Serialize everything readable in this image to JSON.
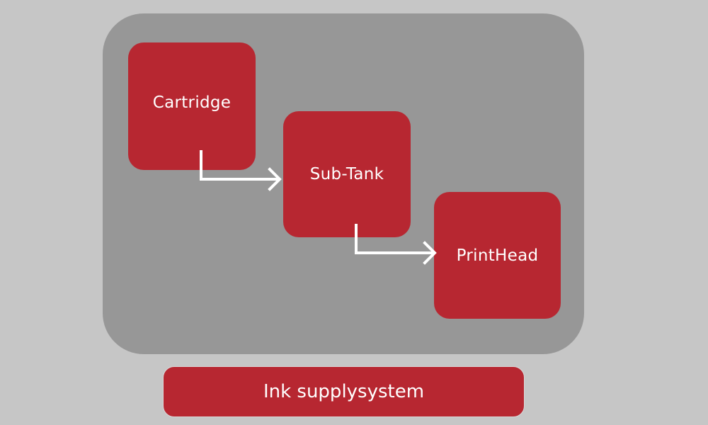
{
  "diagram": {
    "nodes": [
      {
        "id": "cartridge",
        "label": "Cartridge"
      },
      {
        "id": "sub-tank",
        "label": "Sub-Tank"
      },
      {
        "id": "printhead",
        "label": "PrintHead"
      }
    ],
    "edges": [
      {
        "from": "cartridge",
        "to": "sub-tank"
      },
      {
        "from": "sub-tank",
        "to": "printhead"
      }
    ],
    "caption": "Ink supplysystem"
  },
  "colors": {
    "background": "#c6c6c6",
    "panel": "#979797",
    "node": "#b72731",
    "text": "#ffffff"
  }
}
